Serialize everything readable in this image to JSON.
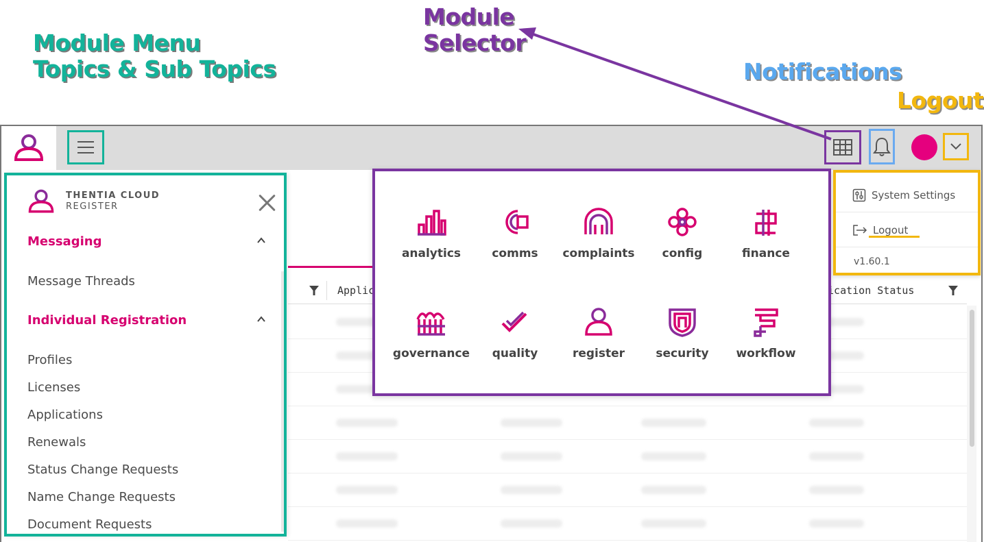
{
  "annotations": {
    "module_menu_line1": "Module Menu",
    "module_menu_line2": "Topics & Sub Topics",
    "module_selector_line1": "Module",
    "module_selector_line2": "Selector",
    "notifications": "Notifications",
    "logout": "Logout"
  },
  "colors": {
    "brand_magenta": "#d6006f",
    "module_menu_annotation": "#13b39a",
    "module_selector_annotation": "#7a35a0",
    "notifications_annotation": "#5aa8ee",
    "logout_annotation": "#f2b70f",
    "avatar": "#e5007e"
  },
  "topbar": {
    "logo_icon": "register-person-icon",
    "menu_icon": "hamburger-icon",
    "module_selector_icon": "grid-icon",
    "notifications_icon": "bell-icon",
    "user_menu_icon": "chevron-down-icon"
  },
  "sidebar": {
    "brand_line1": "THENTIA CLOUD",
    "brand_line2": "REGISTER",
    "groups": [
      {
        "label": "Messaging",
        "expanded": true,
        "items": [
          "Message Threads"
        ]
      },
      {
        "label": "Individual Registration",
        "expanded": true,
        "items": [
          "Profiles",
          "Licenses",
          "Applications",
          "Renewals",
          "Status Change Requests",
          "Name Change Requests",
          "Document Requests"
        ]
      }
    ]
  },
  "table": {
    "columns": [
      "Applic",
      "lication Status"
    ]
  },
  "modules": [
    {
      "label": "analytics",
      "icon": "analytics-icon"
    },
    {
      "label": "comms",
      "icon": "comms-icon"
    },
    {
      "label": "complaints",
      "icon": "complaints-icon"
    },
    {
      "label": "config",
      "icon": "config-icon"
    },
    {
      "label": "finance",
      "icon": "finance-icon"
    },
    {
      "label": "governance",
      "icon": "governance-icon"
    },
    {
      "label": "quality",
      "icon": "quality-icon"
    },
    {
      "label": "register",
      "icon": "register-icon"
    },
    {
      "label": "security",
      "icon": "security-icon"
    },
    {
      "label": "workflow",
      "icon": "workflow-icon"
    }
  ],
  "user_menu": {
    "items": [
      {
        "label": "System Settings",
        "icon": "settings-sliders-icon"
      },
      {
        "label": "Logout",
        "icon": "logout-icon"
      }
    ],
    "version": "v1.60.1"
  }
}
